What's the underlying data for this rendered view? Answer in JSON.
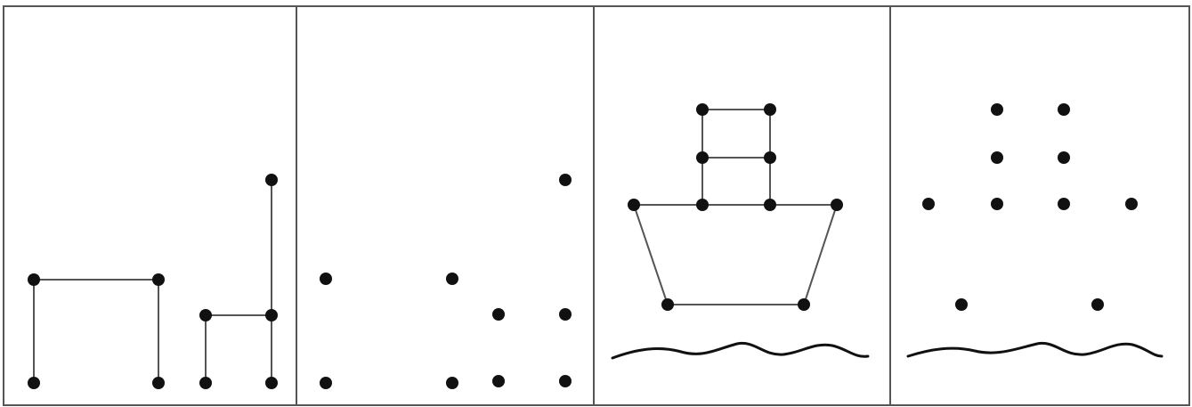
{
  "panels": [
    {
      "id": "panel-1",
      "description_name": "table-and-chair-connected",
      "dots": [
        [
          38,
          314
        ],
        [
          178,
          314
        ],
        [
          38,
          430
        ],
        [
          178,
          430
        ],
        [
          305,
          202
        ],
        [
          231,
          354
        ],
        [
          305,
          354
        ],
        [
          231,
          430
        ],
        [
          305,
          430
        ]
      ],
      "lines": [
        [
          0,
          1
        ],
        [
          0,
          2
        ],
        [
          1,
          3
        ],
        [
          4,
          6
        ],
        [
          5,
          6
        ],
        [
          5,
          7
        ],
        [
          6,
          8
        ]
      ],
      "has_wave": false
    },
    {
      "id": "panel-2",
      "description_name": "table-and-chair-dots-only",
      "dots": [
        [
          366,
          313
        ],
        [
          508,
          313
        ],
        [
          366,
          430
        ],
        [
          508,
          430
        ],
        [
          635,
          202
        ],
        [
          560,
          353
        ],
        [
          635,
          353
        ],
        [
          560,
          428
        ],
        [
          635,
          428
        ]
      ],
      "lines": [],
      "has_wave": false
    },
    {
      "id": "panel-3",
      "description_name": "boat-connected",
      "dots": [
        [
          789,
          123
        ],
        [
          865,
          123
        ],
        [
          789,
          177
        ],
        [
          865,
          177
        ],
        [
          712,
          230
        ],
        [
          789,
          230
        ],
        [
          865,
          230
        ],
        [
          940,
          230
        ],
        [
          750,
          342
        ],
        [
          903,
          342
        ]
      ],
      "lines": [
        [
          0,
          1
        ],
        [
          0,
          2
        ],
        [
          1,
          3
        ],
        [
          2,
          3
        ],
        [
          2,
          5
        ],
        [
          3,
          6
        ],
        [
          4,
          7
        ],
        [
          4,
          8
        ],
        [
          7,
          9
        ],
        [
          8,
          9
        ]
      ],
      "has_wave": true
    },
    {
      "id": "panel-4",
      "description_name": "boat-dots-only",
      "dots": [
        [
          1120,
          123
        ],
        [
          1195,
          123
        ],
        [
          1120,
          177
        ],
        [
          1195,
          177
        ],
        [
          1043,
          229
        ],
        [
          1120,
          229
        ],
        [
          1195,
          229
        ],
        [
          1271,
          229
        ],
        [
          1080,
          342
        ],
        [
          1233,
          342
        ]
      ],
      "lines": [],
      "has_wave": true
    }
  ],
  "colors": {
    "dot": "#111111",
    "line": "#555555",
    "border": "#555555",
    "wave": "#111111",
    "background": "#ffffff"
  }
}
